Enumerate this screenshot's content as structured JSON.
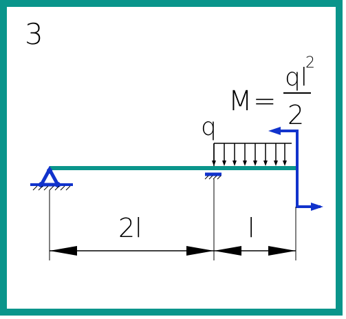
{
  "problem_number": "3",
  "moment_label": {
    "M": "M",
    "equals": "=",
    "numerator": "ql",
    "exponent": "2",
    "denominator": "2"
  },
  "load_label": "q",
  "dimensions": {
    "left_span": "2l",
    "right_span": "l"
  },
  "colors": {
    "frame": "#0a958b",
    "beam": "#0a958b",
    "support": "#1133cc",
    "moment": "#1133cc",
    "line": "#000000"
  }
}
